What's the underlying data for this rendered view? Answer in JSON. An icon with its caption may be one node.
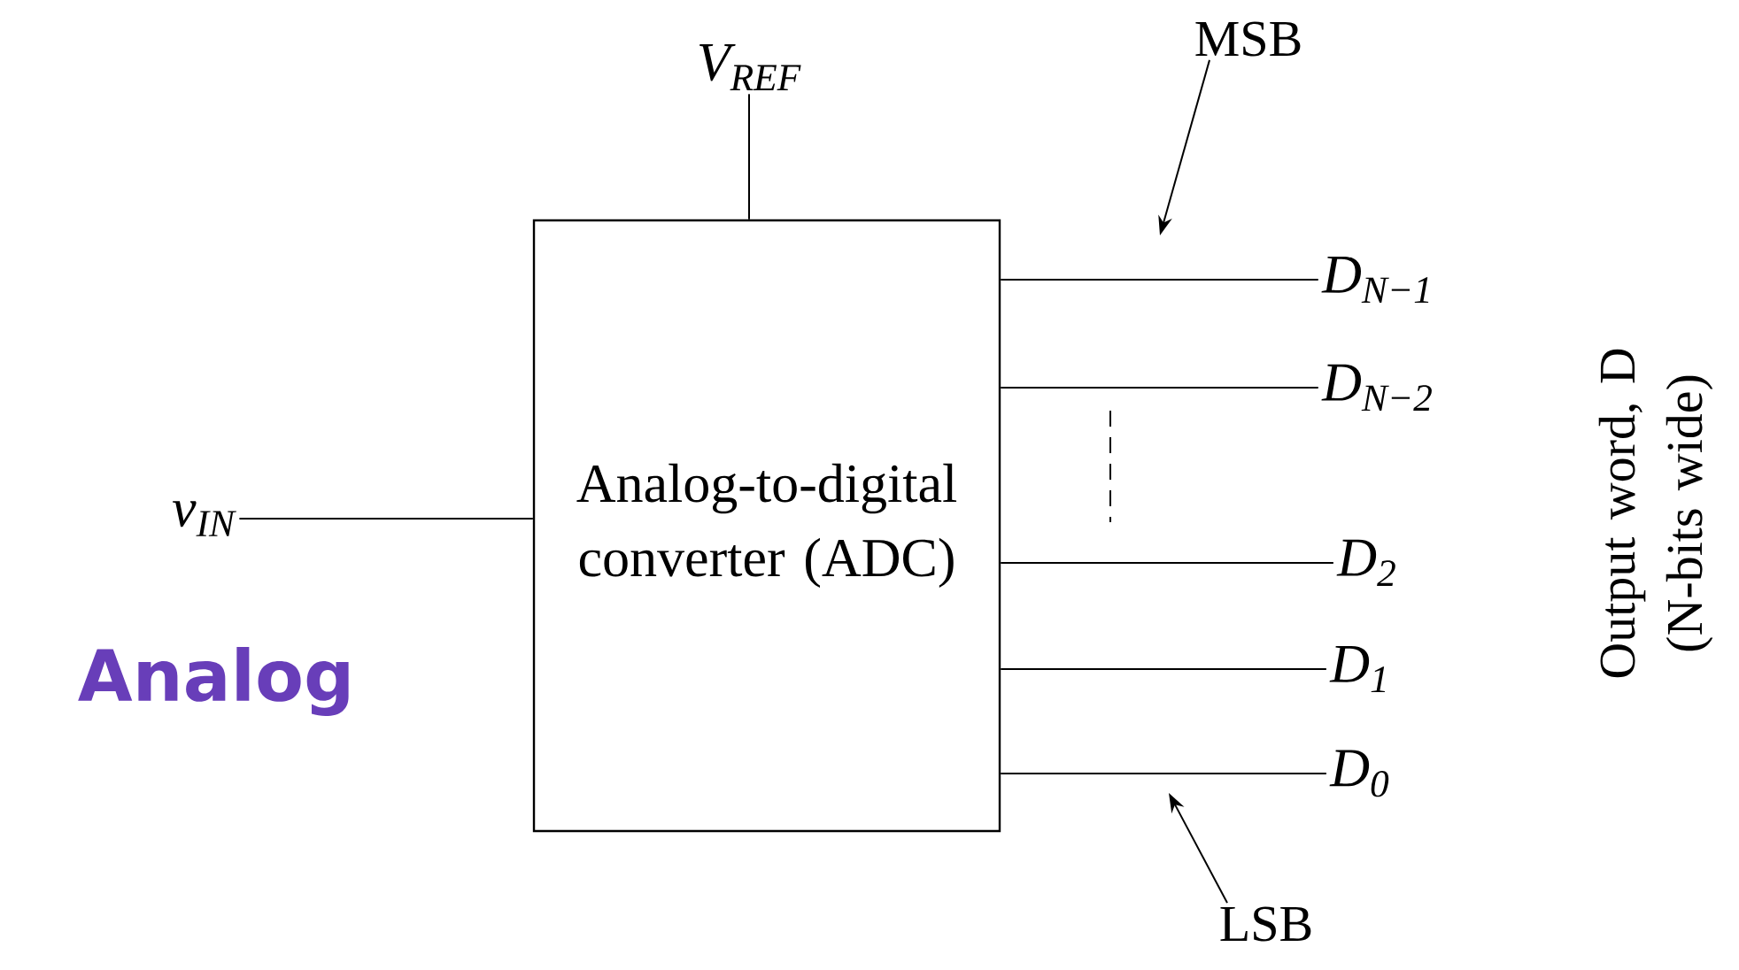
{
  "diagram": {
    "nodes": [
      {
        "text": [
          "Analog-to-digital converter (ADC)"
        ]
      },
      {
        "text": [
          "V$_{REF}$"
        ]
      },
      {
        "text": [
          "v$_{IN}$"
        ]
      },
      {
        "text": [
          "D$_{N−1}$"
        ]
      },
      {
        "text": [
          "D$_{N−2}$"
        ]
      },
      {
        "text": [
          "D$_{2}$"
        ]
      },
      {
        "text": [
          "D$_{1}$"
        ]
      },
      {
        "text": [
          "D$_{0}$"
        ]
      },
      {
        "text": [
          "MSB"
        ]
      },
      {
        "text": [
          "LSB"
        ]
      }
    ],
    "edges": [
      {
        "from": 1,
        "to": 0,
        "arrow": "none"
      },
      {
        "from": 2,
        "to": 0,
        "arrow": "none"
      },
      {
        "from": 0,
        "to": 3,
        "arrow": "none"
      },
      {
        "from": 0,
        "to": 4,
        "arrow": "none"
      },
      {
        "from": 0,
        "to": 5,
        "arrow": "none"
      },
      {
        "from": 0,
        "to": 6,
        "arrow": "none"
      },
      {
        "from": 0,
        "to": 7,
        "arrow": "none"
      },
      {
        "from": 8,
        "to": null,
        "arrow": "to"
      },
      {
        "from": 9,
        "to": null,
        "arrow": "to"
      }
    ],
    "labels": [
      "Analog",
      "Output word, D (N-bits wide)"
    ]
  }
}
